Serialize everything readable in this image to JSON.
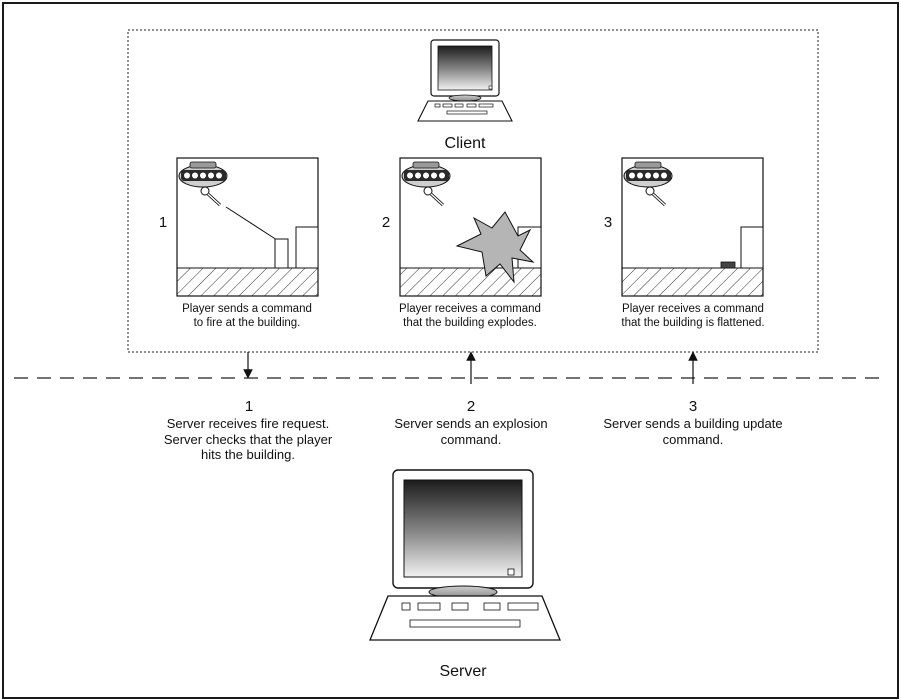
{
  "client": {
    "label": "Client"
  },
  "server": {
    "label": "Server"
  },
  "panels": [
    {
      "number": "1",
      "caption": "Player sends a command\nto fire at the building."
    },
    {
      "number": "2",
      "caption": "Player receives a command\nthat the building explodes."
    },
    {
      "number": "3",
      "caption": "Player receives a command\nthat the building is flattened."
    }
  ],
  "server_steps": [
    {
      "number": "1",
      "text": "Server receives fire request.\nServer checks that the player\nhits the building."
    },
    {
      "number": "2",
      "text": "Server sends an explosion\ncommand."
    },
    {
      "number": "3",
      "text": "Server sends a building update\ncommand."
    }
  ]
}
